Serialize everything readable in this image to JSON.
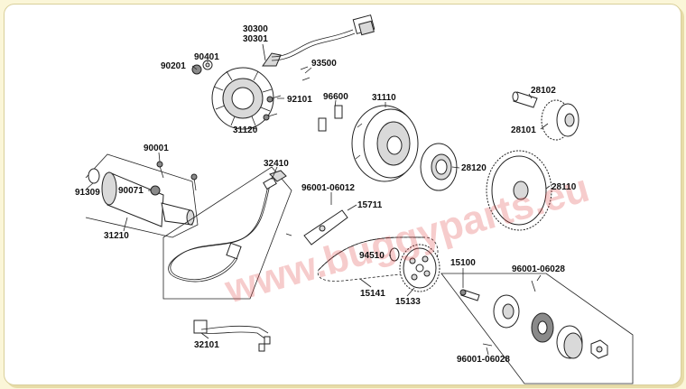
{
  "watermark": "www.buggyparts.eu",
  "labels": {
    "p30300": "30300",
    "p30301": "30301",
    "p90401": "90401",
    "p90201": "90201",
    "p93500": "93500",
    "p92101": "92101",
    "p31120": "31120",
    "p96600": "96600",
    "p31110": "31110",
    "p28102": "28102",
    "p28101": "28101",
    "p28120": "28120",
    "p28110": "28110",
    "p90001": "90001",
    "p91309": "91309",
    "p90071": "90071",
    "p31210": "31210",
    "p32410": "32410",
    "p96001_top": "96001-06012",
    "p15711": "15711",
    "p94510": "94510",
    "p15100": "15100",
    "p96001_right": "96001-06028",
    "p15141": "15141",
    "p15133": "15133",
    "p96001_bottom": "96001-06028",
    "p32101": "32101"
  }
}
